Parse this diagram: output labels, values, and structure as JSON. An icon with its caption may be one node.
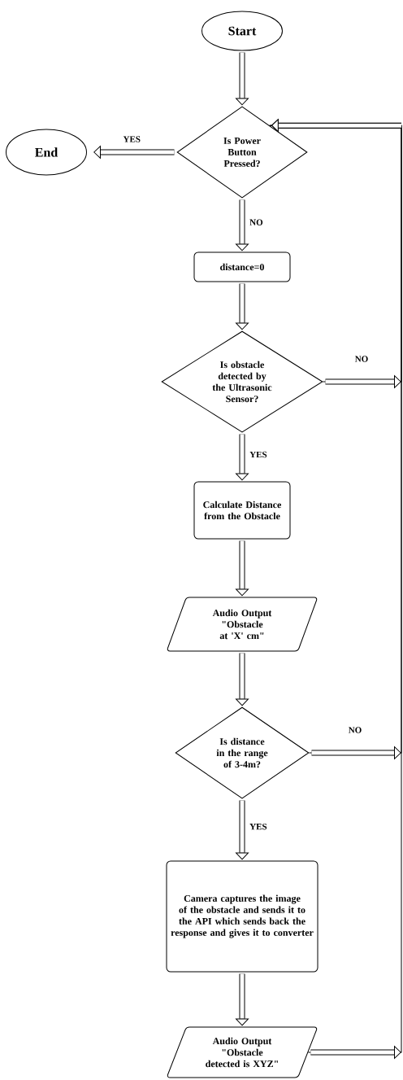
{
  "diagram": {
    "nodes": [
      {
        "text": [
          "Start"
        ]
      },
      {
        "text": [
          "Is Power Button Pressed?"
        ]
      },
      {
        "text": [
          "End"
        ]
      },
      {
        "text": [
          "distance=0"
        ]
      },
      {
        "text": [
          "Is obstacle detected by the Ultrasonic Sensor?"
        ]
      },
      {
        "text": [
          "Calculate Distance from the Obstacle"
        ]
      },
      {
        "text": [
          "Audio Output \"Obstacle at 'X' cm\""
        ]
      },
      {
        "text": [
          "Is distance in the range of 3-4m?"
        ]
      },
      {
        "text": [
          "Camera captures the image of the obstacle and sends it to the API which sends back the response and gives it to converter"
        ]
      },
      {
        "text": [
          "Audio Output \"Obstacle detected is XYZ\""
        ]
      }
    ],
    "edges": [
      {
        "from": 0,
        "to": 1,
        "arrow": "to"
      },
      {
        "from": 1,
        "to": 2,
        "arrow": "to",
        "label": "YES"
      },
      {
        "from": 1,
        "to": 3,
        "arrow": "to",
        "label": "NO"
      },
      {
        "from": 3,
        "to": 4,
        "arrow": "to"
      },
      {
        "from": 4,
        "to": 5,
        "arrow": "to",
        "label": "YES"
      },
      {
        "from": 5,
        "to": 6,
        "arrow": "to"
      },
      {
        "from": 6,
        "to": 7,
        "arrow": "to"
      },
      {
        "from": 7,
        "to": 8,
        "arrow": "to",
        "label": "YES"
      },
      {
        "from": 8,
        "to": 9,
        "arrow": "to"
      },
      {
        "from": 4,
        "to": 1,
        "arrow": "to",
        "label": "NO"
      },
      {
        "from": 7,
        "to": 1,
        "arrow": "to",
        "label": "NO"
      },
      {
        "from": 9,
        "to": 1,
        "arrow": "to"
      }
    ]
  }
}
